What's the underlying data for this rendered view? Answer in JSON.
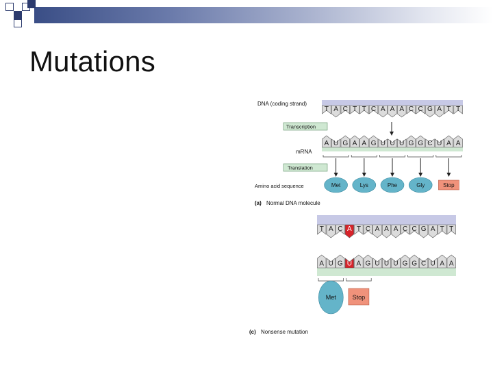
{
  "slide": {
    "title": "Mutations"
  },
  "colors": {
    "bar": "#3a4e86",
    "dna_strand": "#c7c9e6",
    "mrna_strand": "#cfe8d2",
    "label_box": "#cfe8d2",
    "amino_acid": "#64b4c9",
    "stop": "#f0927b",
    "mutation": "#d8232a"
  },
  "icons": {
    "corner": "square-bullet-icon"
  },
  "normal": {
    "dna_label": "DNA (coding strand)",
    "dna_bases": [
      "T",
      "A",
      "C",
      "T",
      "T",
      "C",
      "A",
      "A",
      "A",
      "C",
      "C",
      "G",
      "A",
      "T",
      "T"
    ],
    "transcription_label": "Transcription",
    "mrna_label": "mRNA",
    "mrna_bases": [
      "A",
      "U",
      "G",
      "A",
      "A",
      "G",
      "U",
      "U",
      "U",
      "G",
      "G",
      "C",
      "U",
      "A",
      "A"
    ],
    "translation_label": "Translation",
    "amino_label": "Amino acid sequence",
    "amino_acids": [
      "Met",
      "Lys",
      "Phe",
      "Gly",
      "Stop"
    ],
    "caption_letter": "(a)",
    "caption_text": "Normal DNA molecule"
  },
  "mutant": {
    "dna_bases": [
      "T",
      "A",
      "C",
      "A",
      "T",
      "C",
      "A",
      "A",
      "A",
      "C",
      "C",
      "G",
      "A",
      "T",
      "T"
    ],
    "mrna_bases": [
      "A",
      "U",
      "G",
      "U",
      "A",
      "G",
      "U",
      "U",
      "U",
      "G",
      "G",
      "C",
      "U",
      "A",
      "A"
    ],
    "mutated_index": 3,
    "amino_acids": [
      "Met",
      "Stop"
    ],
    "caption_letter": "(c)",
    "caption_text": "Nonsense mutation"
  }
}
